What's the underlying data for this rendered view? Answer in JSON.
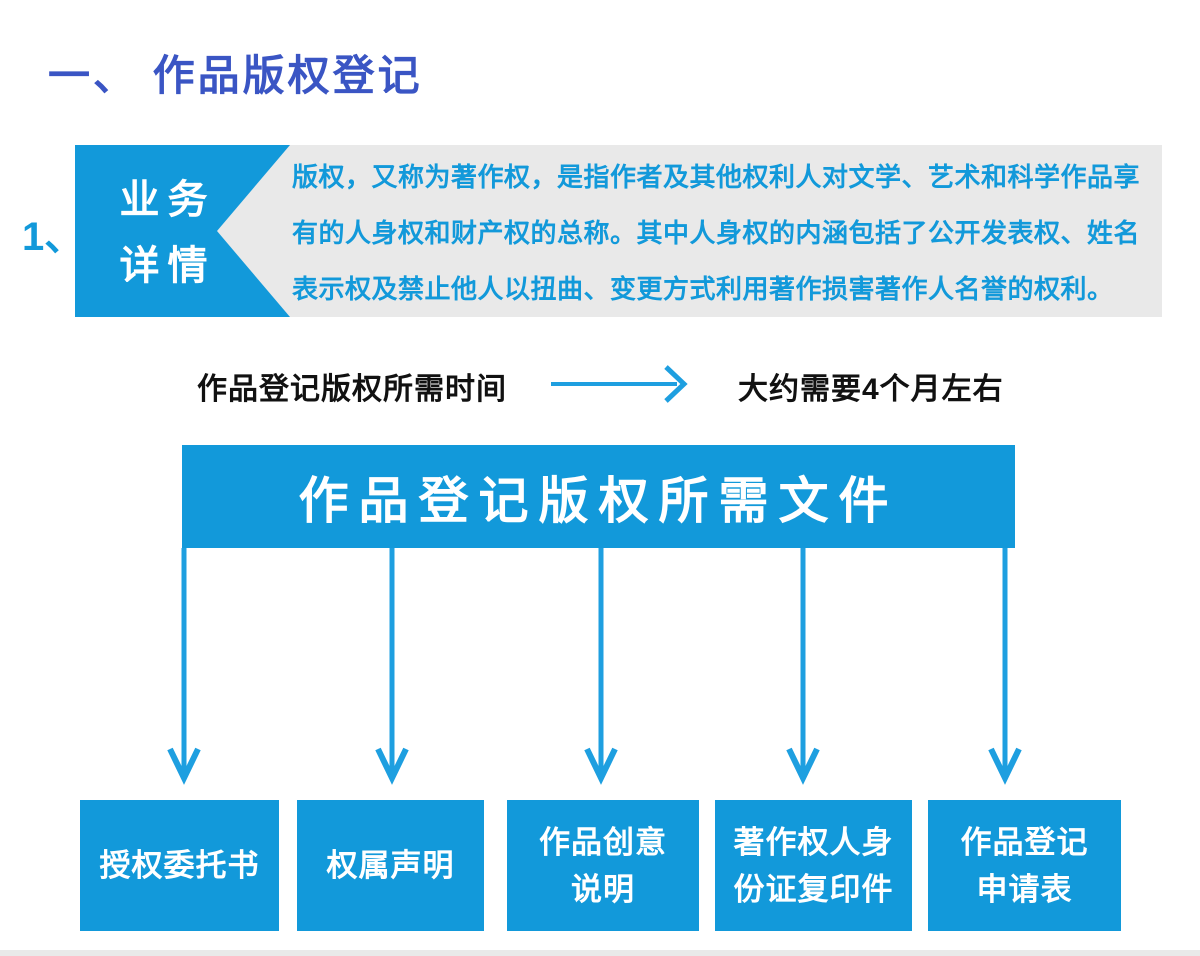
{
  "colors": {
    "primary": "#1299da",
    "arrow": "#1e9fe0",
    "title": "#3a55c4",
    "panel_bg": "#e9e9e9",
    "text_dark": "#111111"
  },
  "header": {
    "title": "一、 作品版权登记"
  },
  "section": {
    "index_label": "1、",
    "label_box_line1": "业务",
    "label_box_line2": "详情",
    "description": "版权，又称为著作权，是指作者及其他权利人对文学、艺术和科学作品享\n有的人身权和财产权的总称。其中人身权的内涵包括了公开发表权、姓名\n表示权及禁止他人以扭曲、变更方式利用著作损害著作人名誉的权利。"
  },
  "time_row": {
    "label": "作品登记版权所需时间",
    "value": "大约需要4个月左右",
    "arrow_icon": "right-arrow-icon"
  },
  "documents": {
    "banner": "作品登记版权所需文件",
    "arrow_icon": "down-arrow-icon",
    "items": [
      {
        "label": "授权委托书"
      },
      {
        "label": "权属声明"
      },
      {
        "label": "作品创意\n说明"
      },
      {
        "label": "著作权人身\n份证复印件"
      },
      {
        "label": "作品登记\n申请表"
      }
    ]
  }
}
